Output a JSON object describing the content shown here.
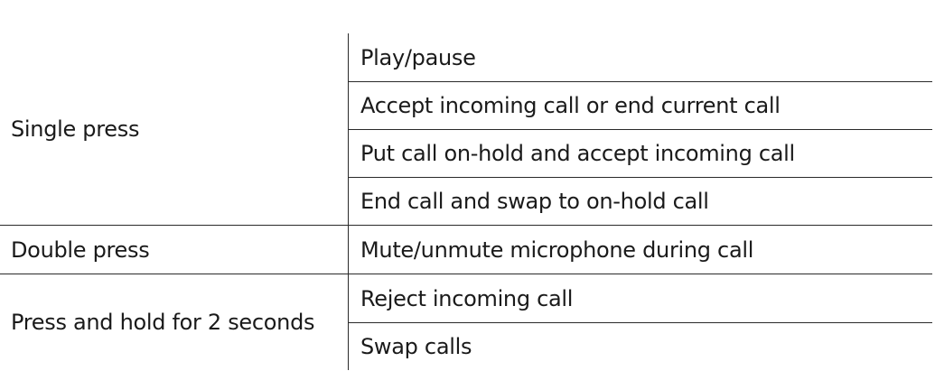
{
  "rows": [
    {
      "press": "Single press",
      "actions": [
        "Play/pause",
        "Accept incoming call or end current call",
        "Put call on-hold and accept incoming call",
        "End call and swap to on-hold call"
      ]
    },
    {
      "press": "Double press",
      "actions": [
        "Mute/unmute microphone during call"
      ]
    },
    {
      "press": "Press and hold for 2 seconds",
      "actions": [
        "Reject incoming call",
        "Swap calls"
      ]
    }
  ]
}
